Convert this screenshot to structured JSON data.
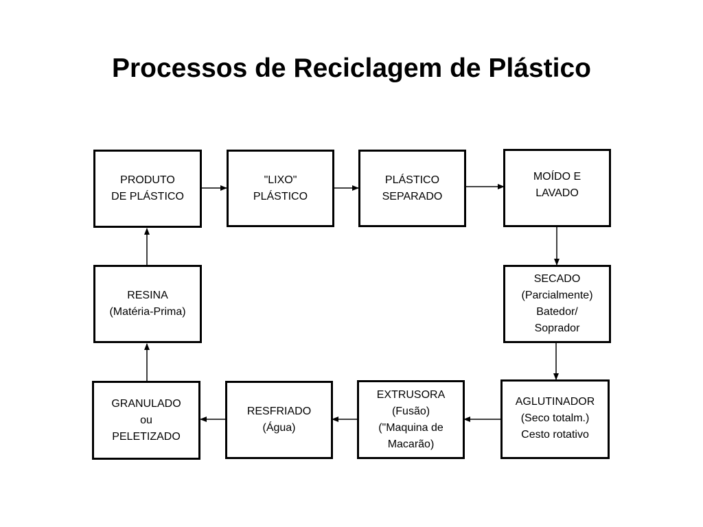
{
  "title": "Processos de Reciclagem de Plástico",
  "boxes": {
    "produto": {
      "lines": [
        "PRODUTO",
        "DE PLÁSTICO"
      ]
    },
    "lixo": {
      "lines": [
        "\"LIXO\"",
        "PLÁSTICO"
      ]
    },
    "separado": {
      "lines": [
        "PLÁSTICO",
        "SEPARADO"
      ]
    },
    "moido": {
      "lines": [
        "MOÍDO E",
        "LAVADO"
      ]
    },
    "secado": {
      "lines": [
        "SECADO",
        "(Parcialmente)",
        "Batedor/",
        "Soprador"
      ]
    },
    "aglutinador": {
      "lines": [
        "AGLUTINADOR",
        "(Seco totalm.)",
        "Cesto rotativo"
      ]
    },
    "extrusora": {
      "lines": [
        "EXTRUSORA",
        "(Fusão)",
        "(\"Maquina de",
        "Macarão)"
      ]
    },
    "resfriado": {
      "lines": [
        "RESFRIADO",
        "(Água)"
      ]
    },
    "granulado": {
      "lines": [
        "GRANULADO",
        "ou",
        "PELETIZADO"
      ]
    },
    "resina": {
      "lines": [
        "RESINA",
        "(Matéria-Prima)"
      ]
    }
  },
  "arrows": [
    {
      "from": "produto",
      "to": "lixo"
    },
    {
      "from": "lixo",
      "to": "separado"
    },
    {
      "from": "separado",
      "to": "moido"
    },
    {
      "from": "moido",
      "to": "secado"
    },
    {
      "from": "secado",
      "to": "aglutinador"
    },
    {
      "from": "aglutinador",
      "to": "extrusora"
    },
    {
      "from": "extrusora",
      "to": "resfriado"
    },
    {
      "from": "resfriado",
      "to": "granulado"
    },
    {
      "from": "granulado",
      "to": "resina"
    },
    {
      "from": "resina",
      "to": "produto"
    }
  ]
}
